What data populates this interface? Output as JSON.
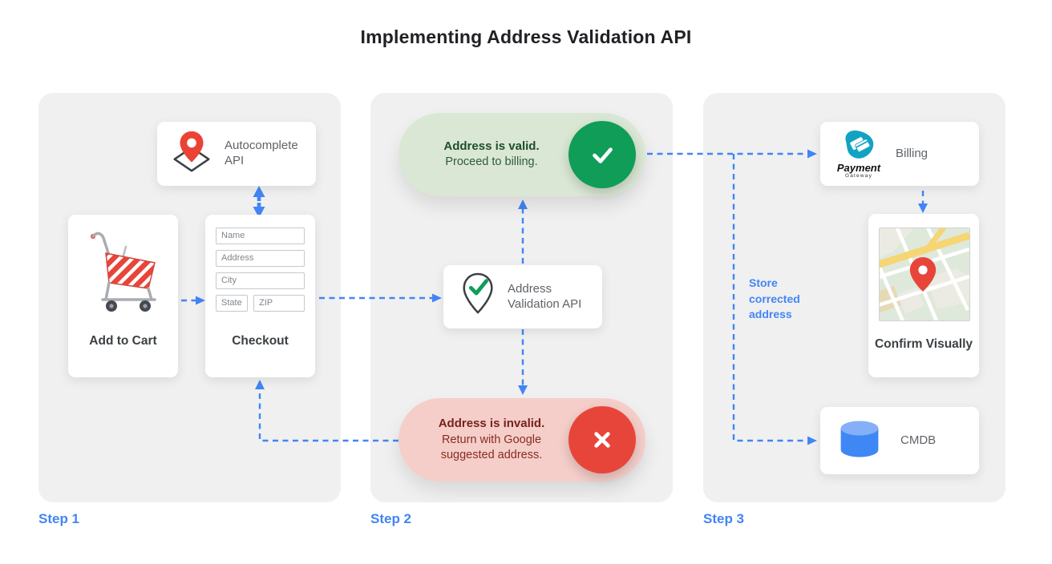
{
  "title": "Implementing Address Validation API",
  "step_labels": [
    "Step 1",
    "Step 2",
    "Step 3"
  ],
  "step1": {
    "autocomplete": {
      "label": "Autocomplete API"
    },
    "add_to_cart": {
      "label": "Add to Cart"
    },
    "checkout": {
      "label": "Checkout",
      "fields": {
        "name": "Name",
        "address": "Address",
        "city": "City",
        "state": "State",
        "zip": "ZIP"
      }
    }
  },
  "step2": {
    "valid": {
      "title": "Address is valid.",
      "subtitle": "Proceed to billing."
    },
    "validation_api": {
      "label": "Address Validation API"
    },
    "invalid": {
      "title": "Address is invalid.",
      "subtitle": "Return with Google suggested address."
    }
  },
  "step3": {
    "billing": {
      "label": "Billing",
      "logo_title": "Payment",
      "logo_subtitle": "Gateway"
    },
    "confirm": {
      "label": "Confirm Visually"
    },
    "cmdb": {
      "label": "CMDB"
    },
    "note": "Store corrected address"
  },
  "colors": {
    "accent_blue": "#4285F4",
    "valid_green": "#0F9D58",
    "invalid_red": "#E8453A",
    "pill_green_bg": "#DAE7D4",
    "pill_red_bg": "#F5CEC9",
    "panel_gray": "#F0F0F1"
  },
  "icons": {
    "autocomplete": "map-pin-on-diamond-icon",
    "add_to_cart": "shopping-cart-icon",
    "validation_api": "map-pin-check-icon",
    "valid": "check-icon",
    "invalid": "cross-icon",
    "billing": "payment-gateway-logo",
    "confirm": "map-thumbnail",
    "cmdb": "database-cylinder-icon",
    "connectors": "dashed-blue-arrows"
  }
}
